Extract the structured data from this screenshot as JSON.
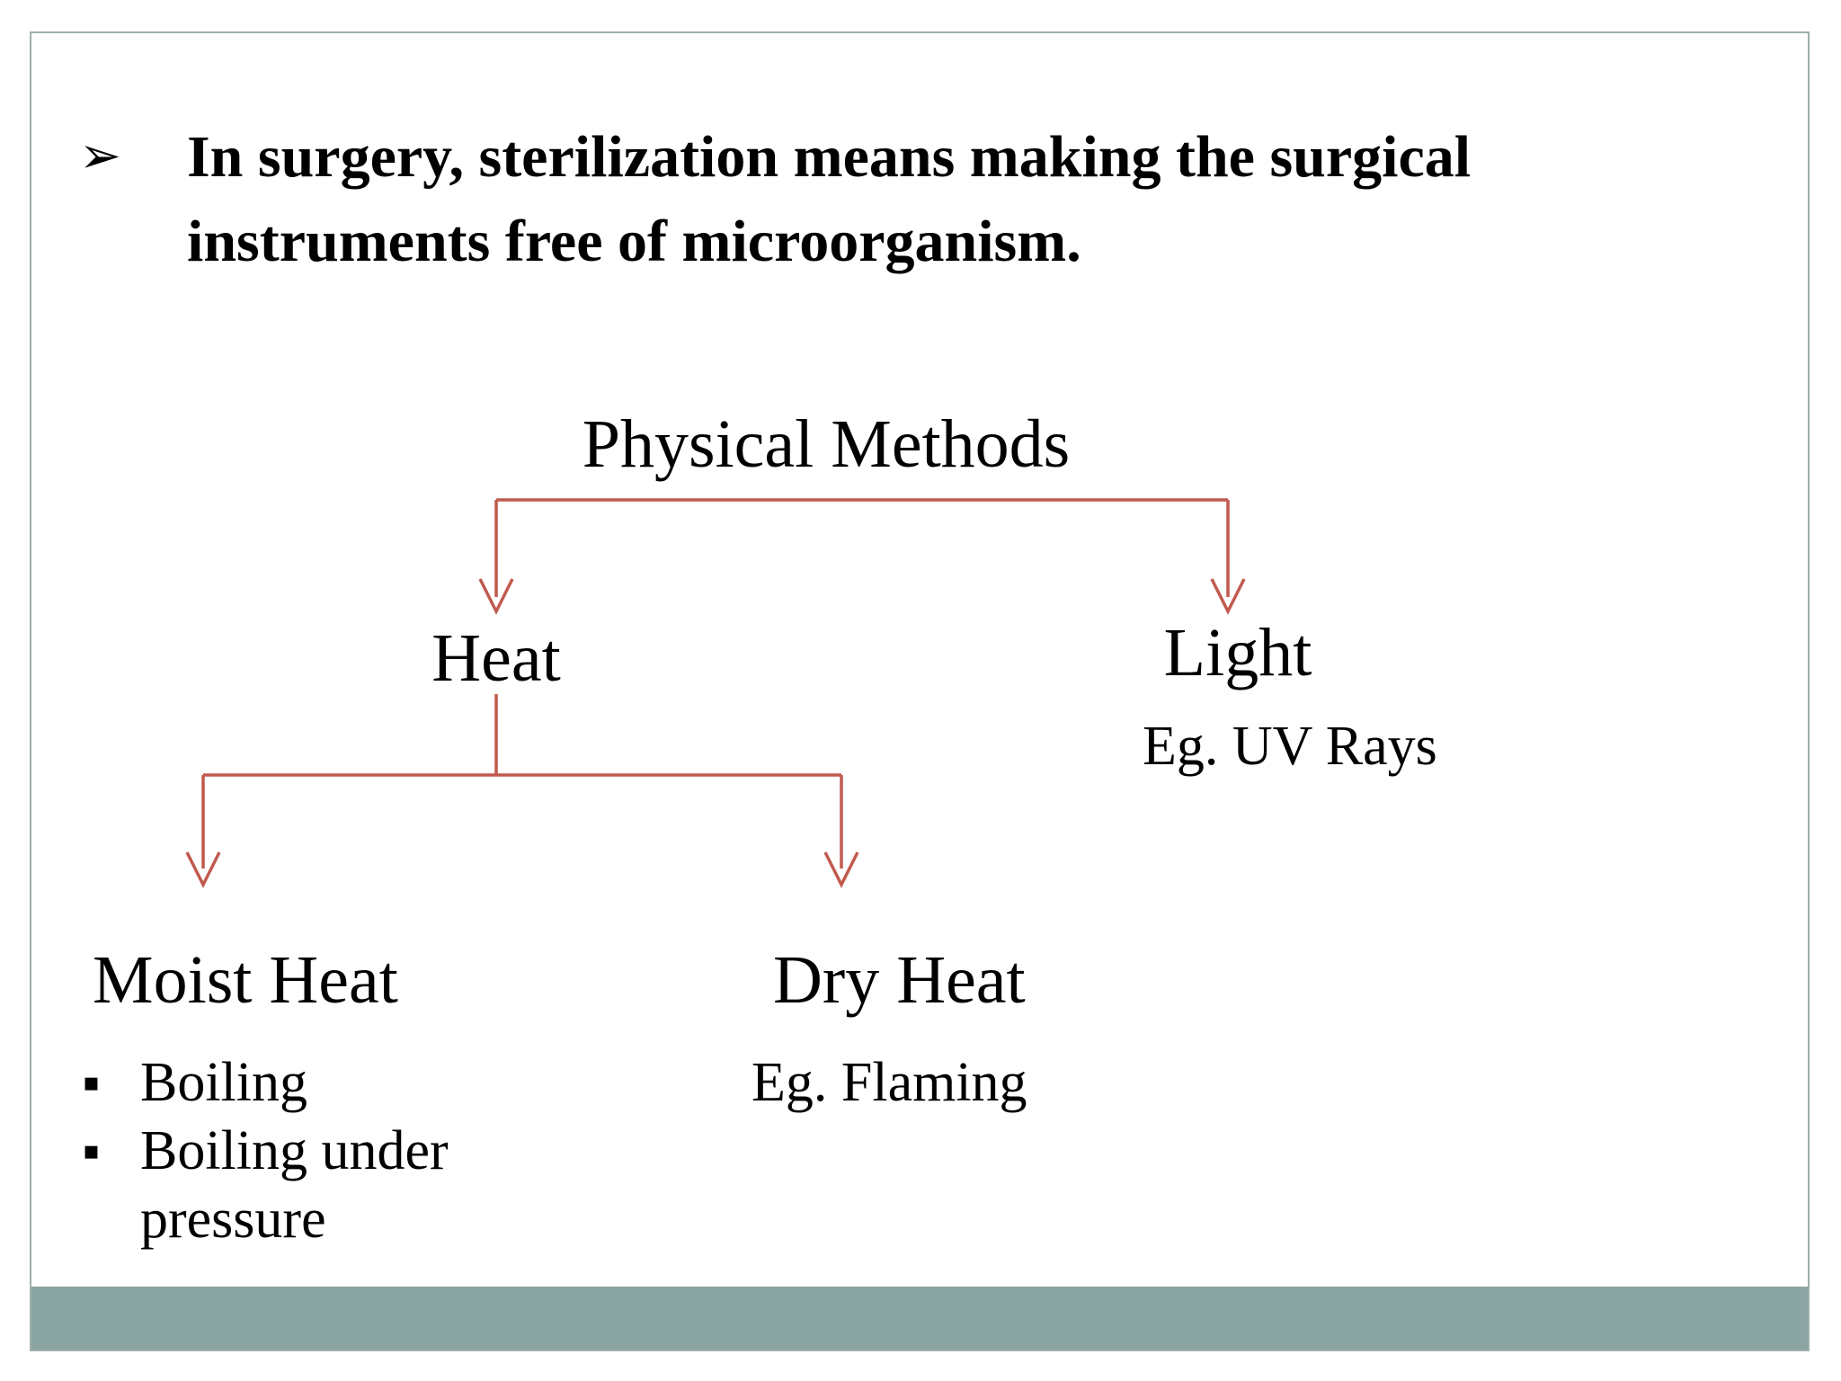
{
  "slide": {
    "title": {
      "bullet_char": "➢",
      "lines": [
        "In surgery, sterilization means making the surgical",
        "instruments free of microorganism."
      ]
    },
    "diagram": {
      "root_label": "Physical Methods",
      "heat": {
        "label": "Heat"
      },
      "light": {
        "label": "Light",
        "example": "Eg. UV Rays"
      },
      "moist_heat": {
        "label": "Moist Heat",
        "bullet_char": "▪",
        "items": [
          "Boiling",
          "Boiling under pressure"
        ]
      },
      "dry_heat": {
        "label": "Dry Heat",
        "example": "Eg. Flaming"
      }
    },
    "colors": {
      "connector": "#C15A4D",
      "border": "#9FB0AB",
      "footer_band": "#8BA5A2"
    }
  }
}
